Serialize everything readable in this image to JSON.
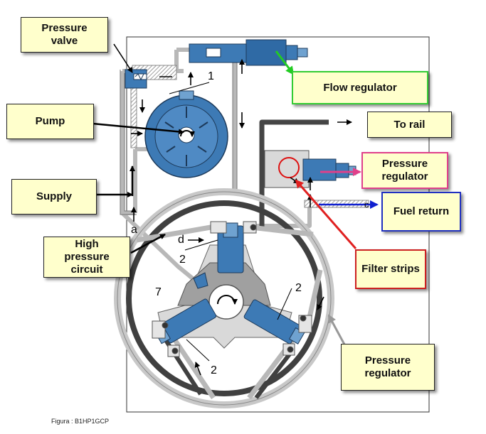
{
  "labels": {
    "pressure_valve": "Pressure\nvalve",
    "pump": "Pump",
    "supply": "Supply",
    "high_pressure_circuit": "High\npressure\ncircuit",
    "flow_regulator": "Flow regulator",
    "to_rail": "To rail",
    "pressure_regulator_top": "Pressure\nregulator",
    "fuel_return": "Fuel return",
    "filter_strips": "Filter strips",
    "pressure_regulator_bottom": "Pressure\nregulator"
  },
  "markers": {
    "n1": "1",
    "n2_top": "2",
    "n2_right": "2",
    "n2_left": "2",
    "n7": "7",
    "a": "a",
    "d": "d",
    "c": "c"
  },
  "caption": "Figura : B1HP1GCP",
  "colors": {
    "component_blue": "#3d7ab5",
    "label_fill": "#ffffcc",
    "flow_regulator_border": "#33cc33",
    "pressure_regulator_border": "#e0408a",
    "fuel_return_border": "#2030c0",
    "filter_strips_border": "#cc2020"
  }
}
